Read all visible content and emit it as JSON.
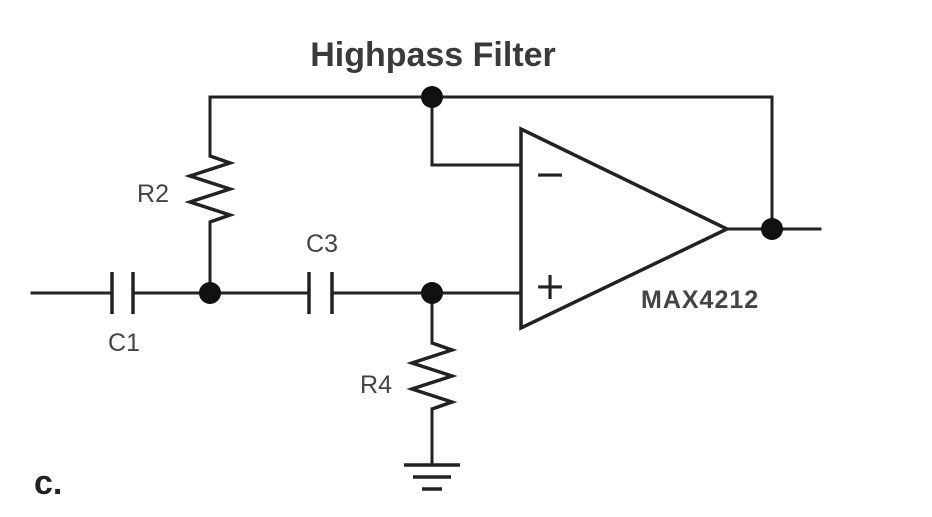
{
  "title": "Highpass Filter",
  "panel_label": "c.",
  "part_number": "MAX4212",
  "components": {
    "c1": "C1",
    "r2": "R2",
    "c3": "C3",
    "r4": "R4"
  },
  "opamp": {
    "inverting_sign": "−",
    "noninverting_sign": "+"
  },
  "colors": {
    "line": "#222222",
    "title": "#3a3a3a",
    "label": "#444444",
    "background": "#ffffff"
  }
}
